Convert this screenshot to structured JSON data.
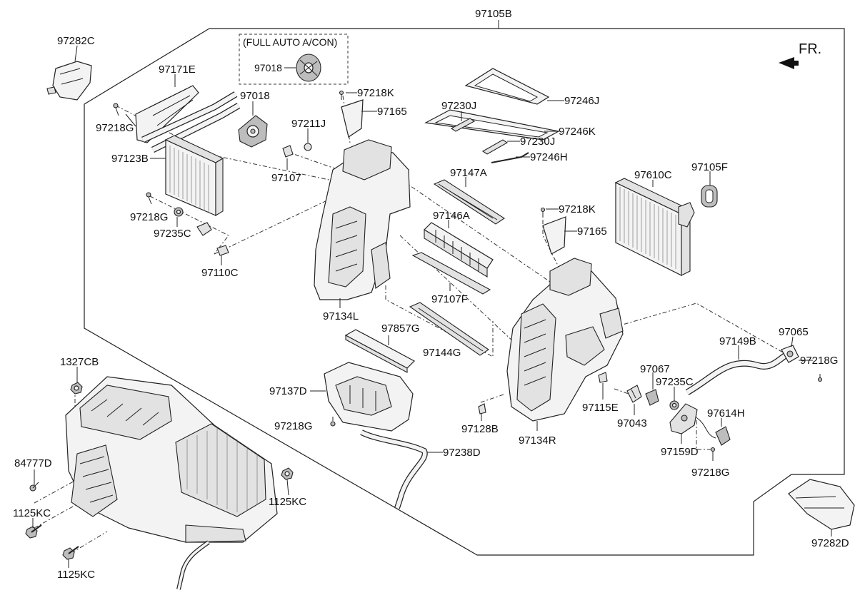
{
  "header": {
    "assembly_label": "97105B",
    "option_note": "(FULL AUTO A/CON)",
    "front_marker": "FR."
  },
  "callouts": {
    "c97282C": "97282C",
    "c97171E": "97171E",
    "c97018_auto": "97018",
    "c97018": "97018",
    "c97218K_a": "97218K",
    "c97165_a": "97165",
    "c97230J_a": "97230J",
    "c97246J": "97246J",
    "c97246K": "97246K",
    "c97230J_b": "97230J",
    "c97246H": "97246H",
    "c97218G_a": "97218G",
    "c97123B": "97123B",
    "c97211J": "97211J",
    "c97107": "97107",
    "c97147A": "97147A",
    "c97610C": "97610C",
    "c97105F": "97105F",
    "c97218G_b": "97218G",
    "c97235C_a": "97235C",
    "c97146A": "97146A",
    "c97218K_b": "97218K",
    "c97165_b": "97165",
    "c97110C": "97110C",
    "c97107F": "97107F",
    "c97134L": "97134L",
    "c97857G": "97857G",
    "c97144G": "97144G",
    "c97065": "97065",
    "c97149B": "97149B",
    "c97218G_c": "97218G",
    "c1327CB": "1327CB",
    "c97067": "97067",
    "c97235C_b": "97235C",
    "c97137D": "97137D",
    "c97115E": "97115E",
    "c97043": "97043",
    "c97218G_d": "97218G",
    "c97128B": "97128B",
    "c97134R": "97134R",
    "c97614H": "97614H",
    "c97159D": "97159D",
    "c97238D": "97238D",
    "c84777D": "84777D",
    "c97218G_e": "97218G",
    "c1125KC_a": "1125KC",
    "c1125KC_b": "1125KC",
    "c1125KC_c": "1125KC",
    "c97282D": "97282D"
  }
}
